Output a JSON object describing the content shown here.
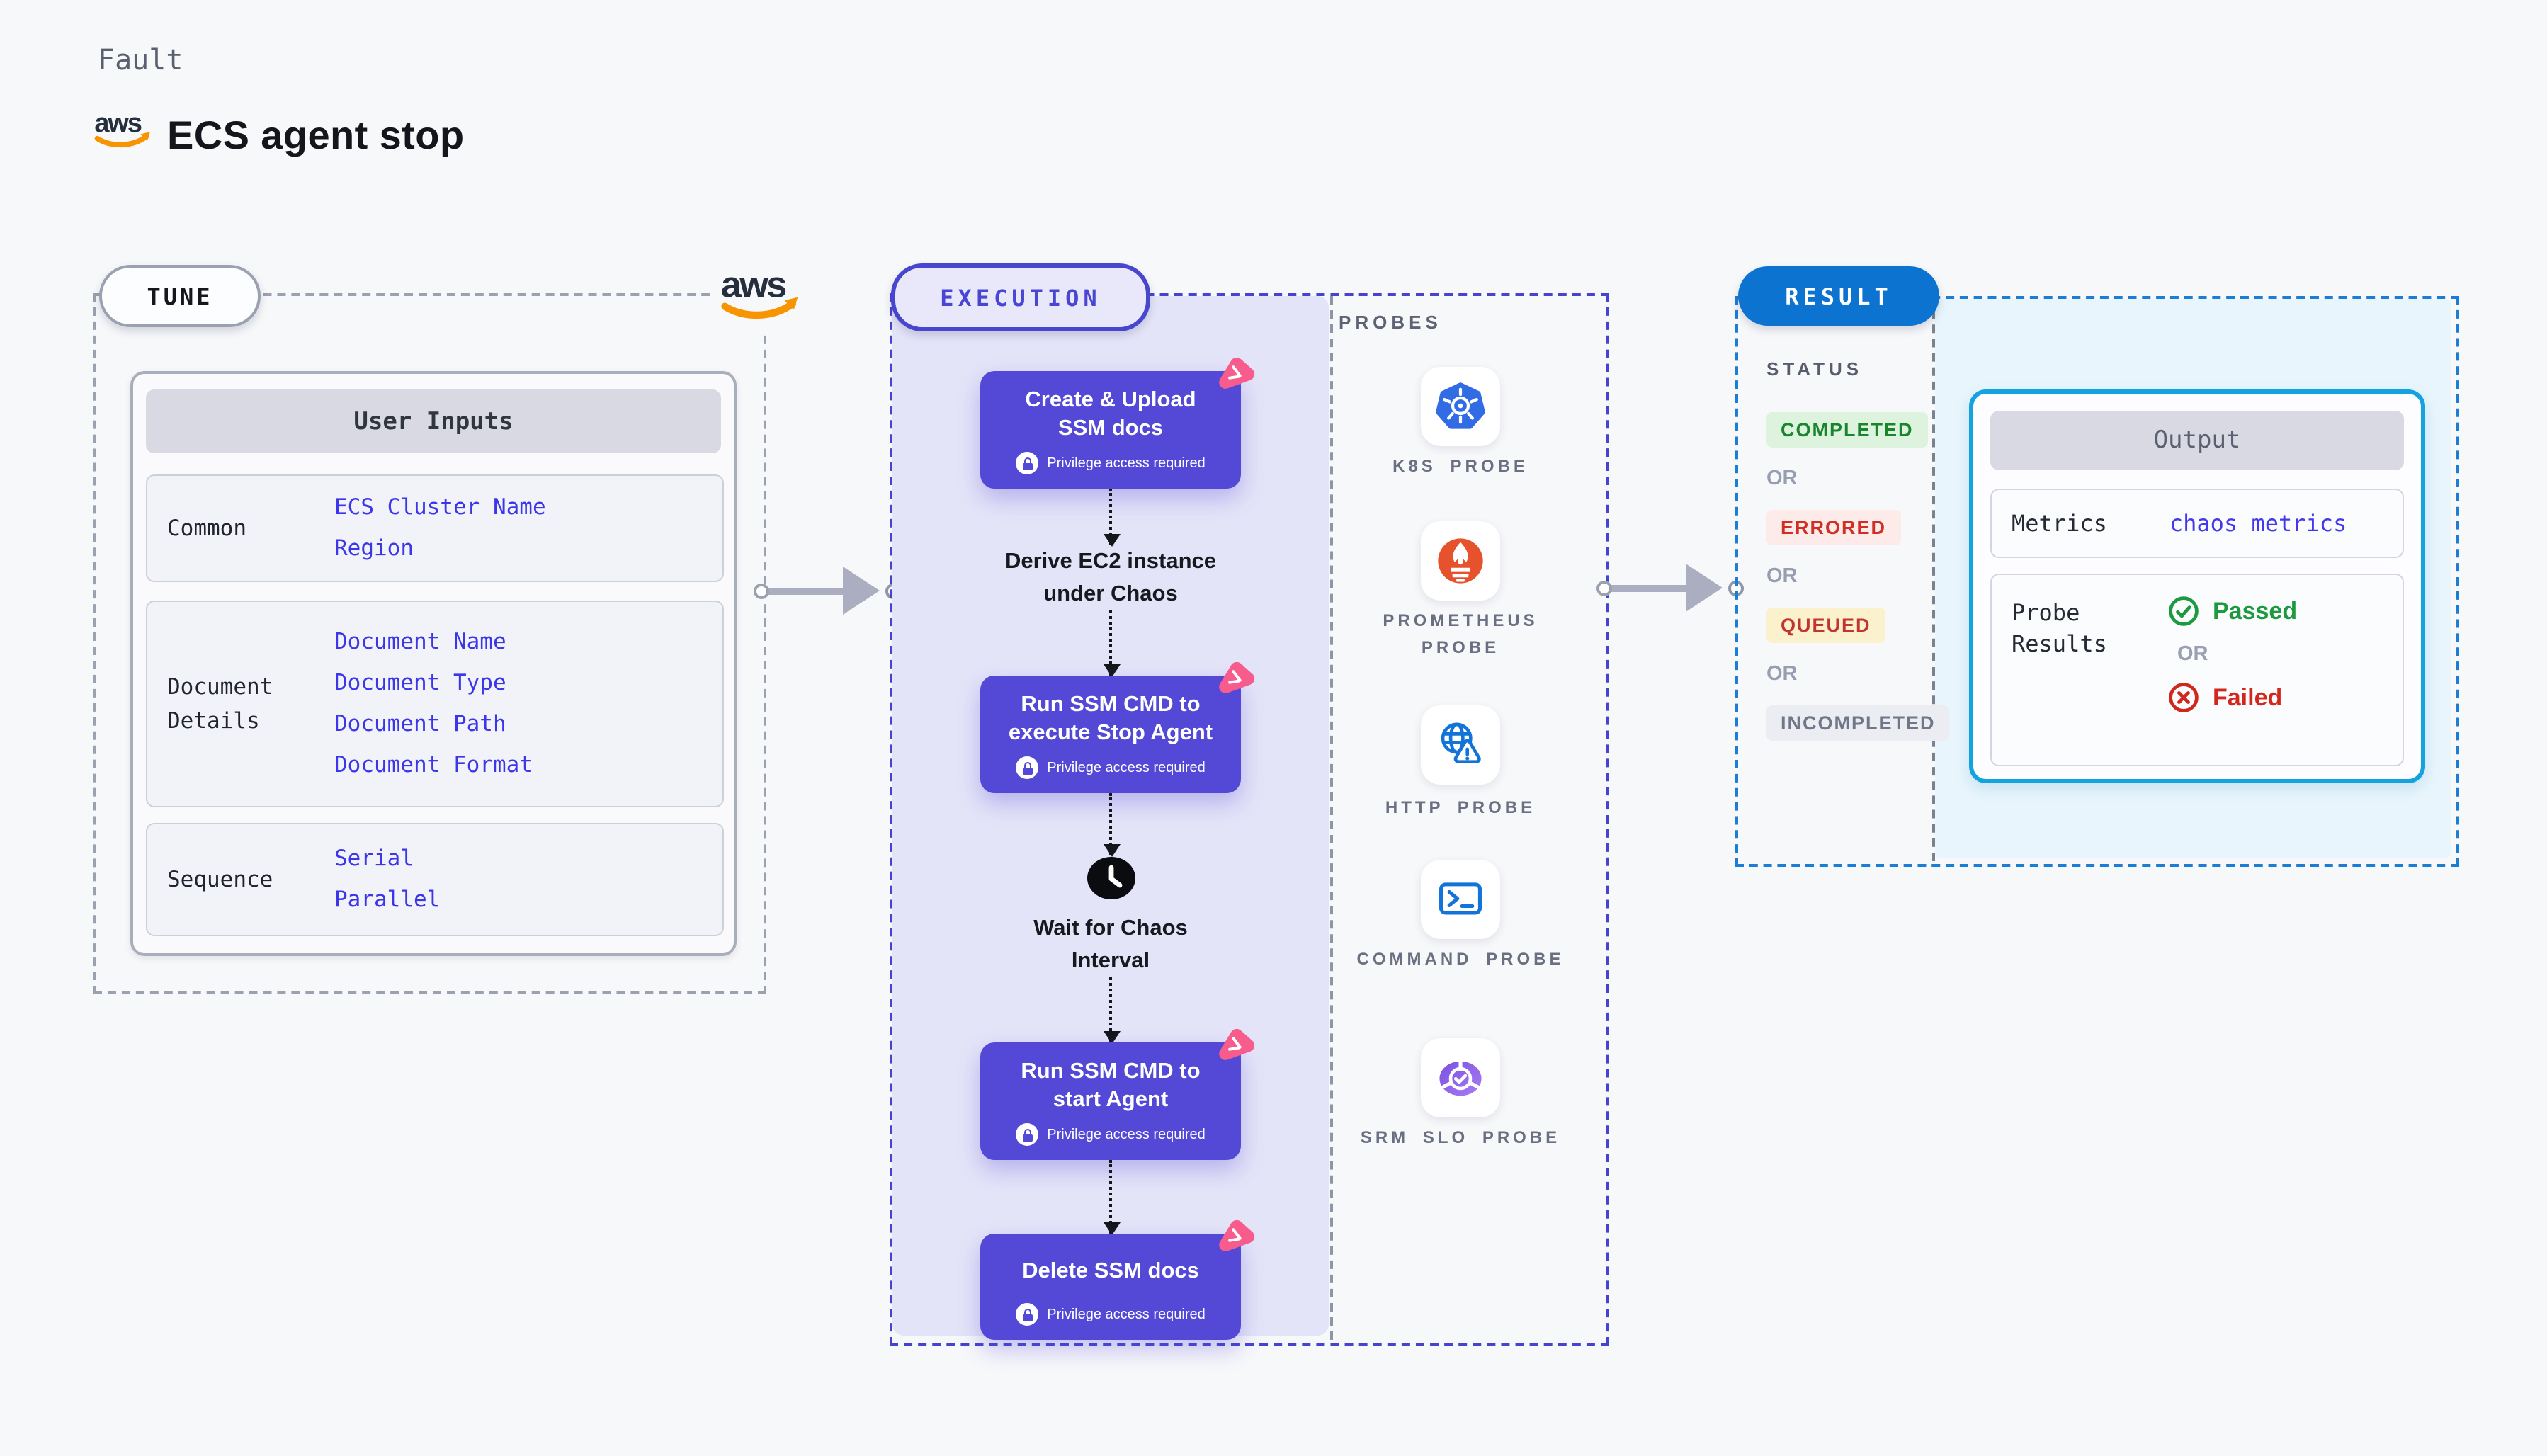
{
  "header": {
    "eyebrow": "Fault",
    "title": "ECS agent stop",
    "brand": "aws"
  },
  "tune": {
    "label": "TUNE",
    "user_inputs": {
      "header": "User Inputs",
      "rows": [
        {
          "label": "Common",
          "values": [
            "ECS Cluster Name",
            "Region"
          ]
        },
        {
          "label": "Document Details",
          "values": [
            "Document Name",
            "Document Type",
            "Document Path",
            "Document Format"
          ]
        },
        {
          "label": "Sequence",
          "values": [
            "Serial",
            "Parallel"
          ]
        }
      ]
    }
  },
  "execution": {
    "label": "EXECUTION",
    "privilege_note": "Privilege access required",
    "steps": [
      {
        "type": "box",
        "title": [
          "Create & Upload",
          "SSM docs"
        ]
      },
      {
        "type": "text",
        "title": [
          "Derive EC2 instance",
          "under Chaos"
        ]
      },
      {
        "type": "box",
        "title": [
          "Run SSM CMD to",
          "execute Stop Agent"
        ]
      },
      {
        "type": "wait",
        "title": [
          "Wait for Chaos",
          "Interval"
        ]
      },
      {
        "type": "box",
        "title": [
          "Run SSM CMD to",
          "start Agent"
        ]
      },
      {
        "type": "box",
        "title": [
          "Delete SSM docs"
        ]
      }
    ],
    "probes": {
      "label": "PROBES",
      "items": [
        {
          "name": "K8S PROBE",
          "icon": "kubernetes-icon"
        },
        {
          "name": "PROMETHEUS PROBE",
          "icon": "prometheus-icon"
        },
        {
          "name": "HTTP PROBE",
          "icon": "http-globe-icon"
        },
        {
          "name": "COMMAND PROBE",
          "icon": "terminal-icon"
        },
        {
          "name": "SRM SLO PROBE",
          "icon": "slo-donut-icon"
        }
      ]
    }
  },
  "result": {
    "label": "RESULT",
    "status": {
      "label": "STATUS",
      "or": "OR",
      "badges": [
        {
          "text": "COMPLETED",
          "type": "completed"
        },
        {
          "text": "ERRORED",
          "type": "errored"
        },
        {
          "text": "QUEUED",
          "type": "queued"
        },
        {
          "text": "INCOMPLETED",
          "type": "incompleted"
        }
      ]
    },
    "output": {
      "header": "Output",
      "metrics_label": "Metrics",
      "metrics_value": "chaos metrics",
      "probe_results_label": "Probe Results",
      "or": "OR",
      "passed": "Passed",
      "failed": "Failed"
    }
  },
  "colors": {
    "accent_purple": "#5449d6",
    "accent_pink": "#f75c8d",
    "result_blue": "#0d73d0",
    "output_border": "#14a3de",
    "link_blue": "#3c36ea",
    "arrow_gray": "#abaec0",
    "success_green": "#1d9a3f",
    "error_red": "#d2271c",
    "kubernetes_blue": "#326ce5",
    "prometheus_orange": "#e6522c"
  }
}
